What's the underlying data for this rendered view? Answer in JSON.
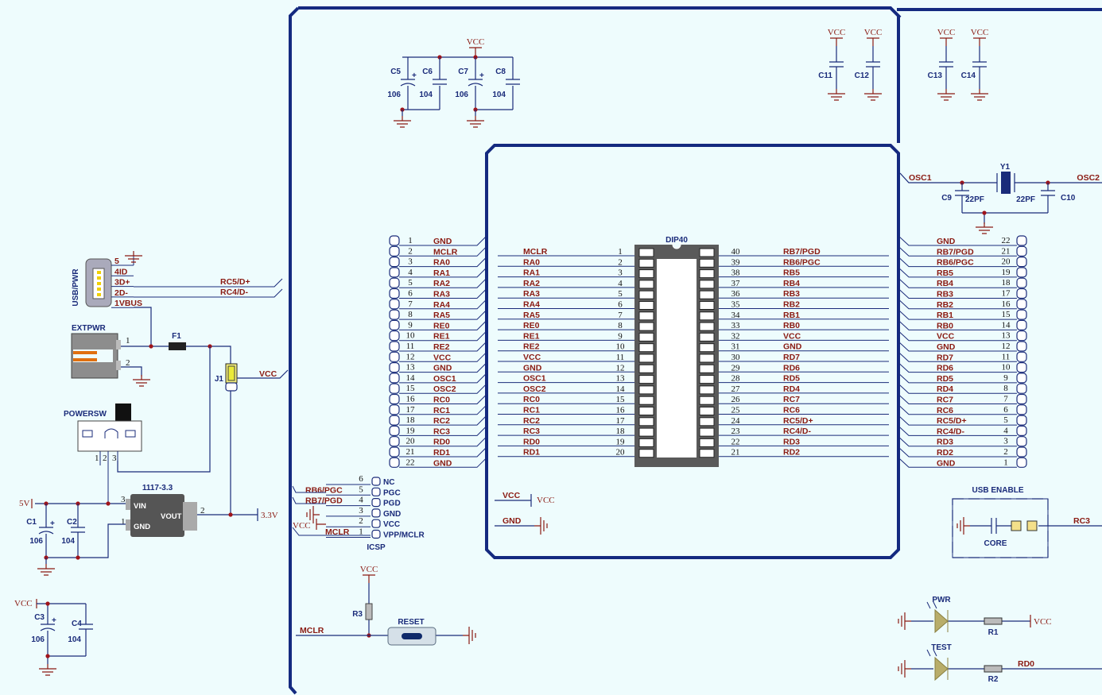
{
  "chip": {
    "name": "DIP40",
    "left_pins": [
      [
        1,
        "MCLR"
      ],
      [
        2,
        "RA0"
      ],
      [
        3,
        "RA1"
      ],
      [
        4,
        "RA2"
      ],
      [
        5,
        "RA3"
      ],
      [
        6,
        "RA4"
      ],
      [
        7,
        "RA5"
      ],
      [
        8,
        "RE0"
      ],
      [
        9,
        "RE1"
      ],
      [
        10,
        "RE2"
      ],
      [
        11,
        "VCC"
      ],
      [
        12,
        "GND"
      ],
      [
        13,
        "OSC1"
      ],
      [
        14,
        "OSC2"
      ],
      [
        15,
        "RC0"
      ],
      [
        16,
        "RC1"
      ],
      [
        17,
        "RC2"
      ],
      [
        18,
        "RC3"
      ],
      [
        19,
        "RD0"
      ],
      [
        20,
        "RD1"
      ]
    ],
    "right_pins": [
      [
        40,
        "RB7/PGD"
      ],
      [
        39,
        "RB6/PGC"
      ],
      [
        38,
        "RB5"
      ],
      [
        37,
        "RB4"
      ],
      [
        36,
        "RB3"
      ],
      [
        35,
        "RB2"
      ],
      [
        34,
        "RB1"
      ],
      [
        33,
        "RB0"
      ],
      [
        32,
        "VCC"
      ],
      [
        31,
        "GND"
      ],
      [
        30,
        "RD7"
      ],
      [
        29,
        "RD6"
      ],
      [
        28,
        "RD5"
      ],
      [
        27,
        "RD4"
      ],
      [
        26,
        "RC7"
      ],
      [
        25,
        "RC6"
      ],
      [
        24,
        "RC5/D+"
      ],
      [
        23,
        "RC4/D-"
      ],
      [
        22,
        "RD3"
      ],
      [
        21,
        "RD2"
      ]
    ]
  },
  "left_header": {
    "pins": [
      [
        1,
        "GND"
      ],
      [
        2,
        "MCLR"
      ],
      [
        3,
        "RA0"
      ],
      [
        4,
        "RA1"
      ],
      [
        5,
        "RA2"
      ],
      [
        6,
        "RA3"
      ],
      [
        7,
        "RA4"
      ],
      [
        8,
        "RA5"
      ],
      [
        9,
        "RE0"
      ],
      [
        10,
        "RE1"
      ],
      [
        11,
        "RE2"
      ],
      [
        12,
        "VCC"
      ],
      [
        13,
        "GND"
      ],
      [
        14,
        "OSC1"
      ],
      [
        15,
        "OSC2"
      ],
      [
        16,
        "RC0"
      ],
      [
        17,
        "RC1"
      ],
      [
        18,
        "RC2"
      ],
      [
        19,
        "RC3"
      ],
      [
        20,
        "RD0"
      ],
      [
        21,
        "RD1"
      ],
      [
        22,
        "GND"
      ]
    ]
  },
  "right_header": {
    "pins": [
      [
        22,
        "GND"
      ],
      [
        21,
        "RB7/PGD"
      ],
      [
        20,
        "RB6/PGC"
      ],
      [
        19,
        "RB5"
      ],
      [
        18,
        "RB4"
      ],
      [
        17,
        "RB3"
      ],
      [
        16,
        "RB2"
      ],
      [
        15,
        "RB1"
      ],
      [
        14,
        "RB0"
      ],
      [
        13,
        "VCC"
      ],
      [
        12,
        "GND"
      ],
      [
        11,
        "RD7"
      ],
      [
        10,
        "RD6"
      ],
      [
        9,
        "RD5"
      ],
      [
        8,
        "RD4"
      ],
      [
        7,
        "RC7"
      ],
      [
        6,
        "RC6"
      ],
      [
        5,
        "RC5/D+"
      ],
      [
        4,
        "RC4/D-"
      ],
      [
        3,
        "RD3"
      ],
      [
        2,
        "RD2"
      ],
      [
        1,
        "GND"
      ]
    ]
  },
  "icsp": {
    "name": "ICSP",
    "pins": [
      [
        6,
        "NC",
        ""
      ],
      [
        5,
        "PGC",
        "RB6/PGC"
      ],
      [
        4,
        "PGD",
        "RB7/PGD"
      ],
      [
        3,
        "GND",
        ""
      ],
      [
        2,
        "VCC",
        "VCC"
      ],
      [
        1,
        "VPP/MCLR",
        "MCLR"
      ]
    ]
  },
  "usb": {
    "name": "USB/PWR",
    "pins": [
      [
        5,
        ""
      ],
      [
        4,
        "ID"
      ],
      [
        3,
        "D+"
      ],
      [
        2,
        "D-"
      ],
      [
        1,
        "VBUS"
      ]
    ],
    "nets": [
      "RC5/D+",
      "RC4/D-"
    ]
  },
  "labels": {
    "vcc": "VCC",
    "gnd": "GND",
    "extpwr": "EXTPWR",
    "f1": "F1",
    "j1": "J1",
    "powersw": "POWERSW",
    "reg": "1117-3.3",
    "vin": "VIN",
    "vout": "VOUT",
    "reg_gnd": "GND",
    "v5": "5V",
    "v33": "3.3V",
    "c1": "C1",
    "c2": "C2",
    "c3": "C3",
    "c4": "C4",
    "c5": "C5",
    "c6": "C6",
    "c7": "C7",
    "c8": "C8",
    "c9": "C9",
    "c10": "C10",
    "c11": "C11",
    "c12": "C12",
    "c13": "C13",
    "c14": "C14",
    "v106": "106",
    "v104": "104",
    "v22pf": "22PF",
    "y1": "Y1",
    "osc1": "OSC1",
    "osc2": "OSC2",
    "r1": "R1",
    "r2": "R2",
    "r3": "R3",
    "reset": "RESET",
    "mclr": "MCLR",
    "usb_enable": "USB ENABLE",
    "core": "CORE",
    "rc3": "RC3",
    "pwr": "PWR",
    "test": "TEST",
    "rd0": "RD0",
    "n1": "1",
    "n2": "2",
    "n3": "3"
  },
  "colors": {
    "wire": "#1a2b7a",
    "net": "#8a1a12",
    "bg": "#eefcfd",
    "board": "#142a80"
  }
}
